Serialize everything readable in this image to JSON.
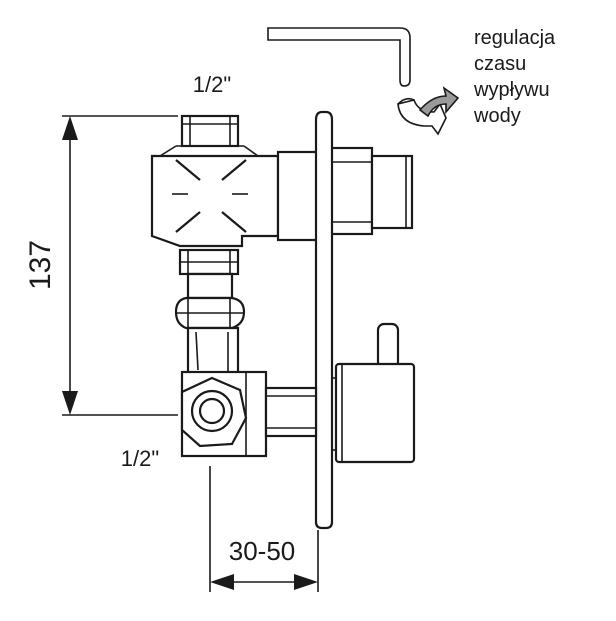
{
  "labels": {
    "top_thread": "1/2\"",
    "bottom_thread": "1/2\"",
    "height_dim": "137",
    "depth_dim": "30-50",
    "note_line1": "regulacja",
    "note_line2": "czasu",
    "note_line3": "wypływu",
    "note_line4": "wody"
  },
  "icons": {
    "allen_key": "allen-key-icon",
    "rotate_arrow": "rotate-arrow-icon"
  },
  "colors": {
    "line": "#1a1a1a",
    "arrow_fill": "#9a9a9a",
    "background": "#ffffff"
  }
}
